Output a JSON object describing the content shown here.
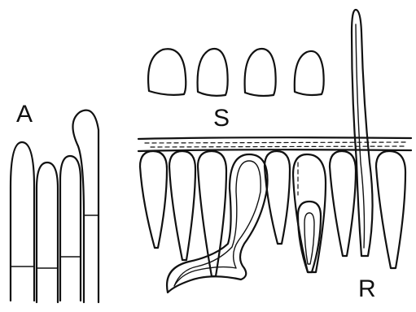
{
  "labels": {
    "a": "A",
    "s": "S",
    "r": "R"
  }
}
